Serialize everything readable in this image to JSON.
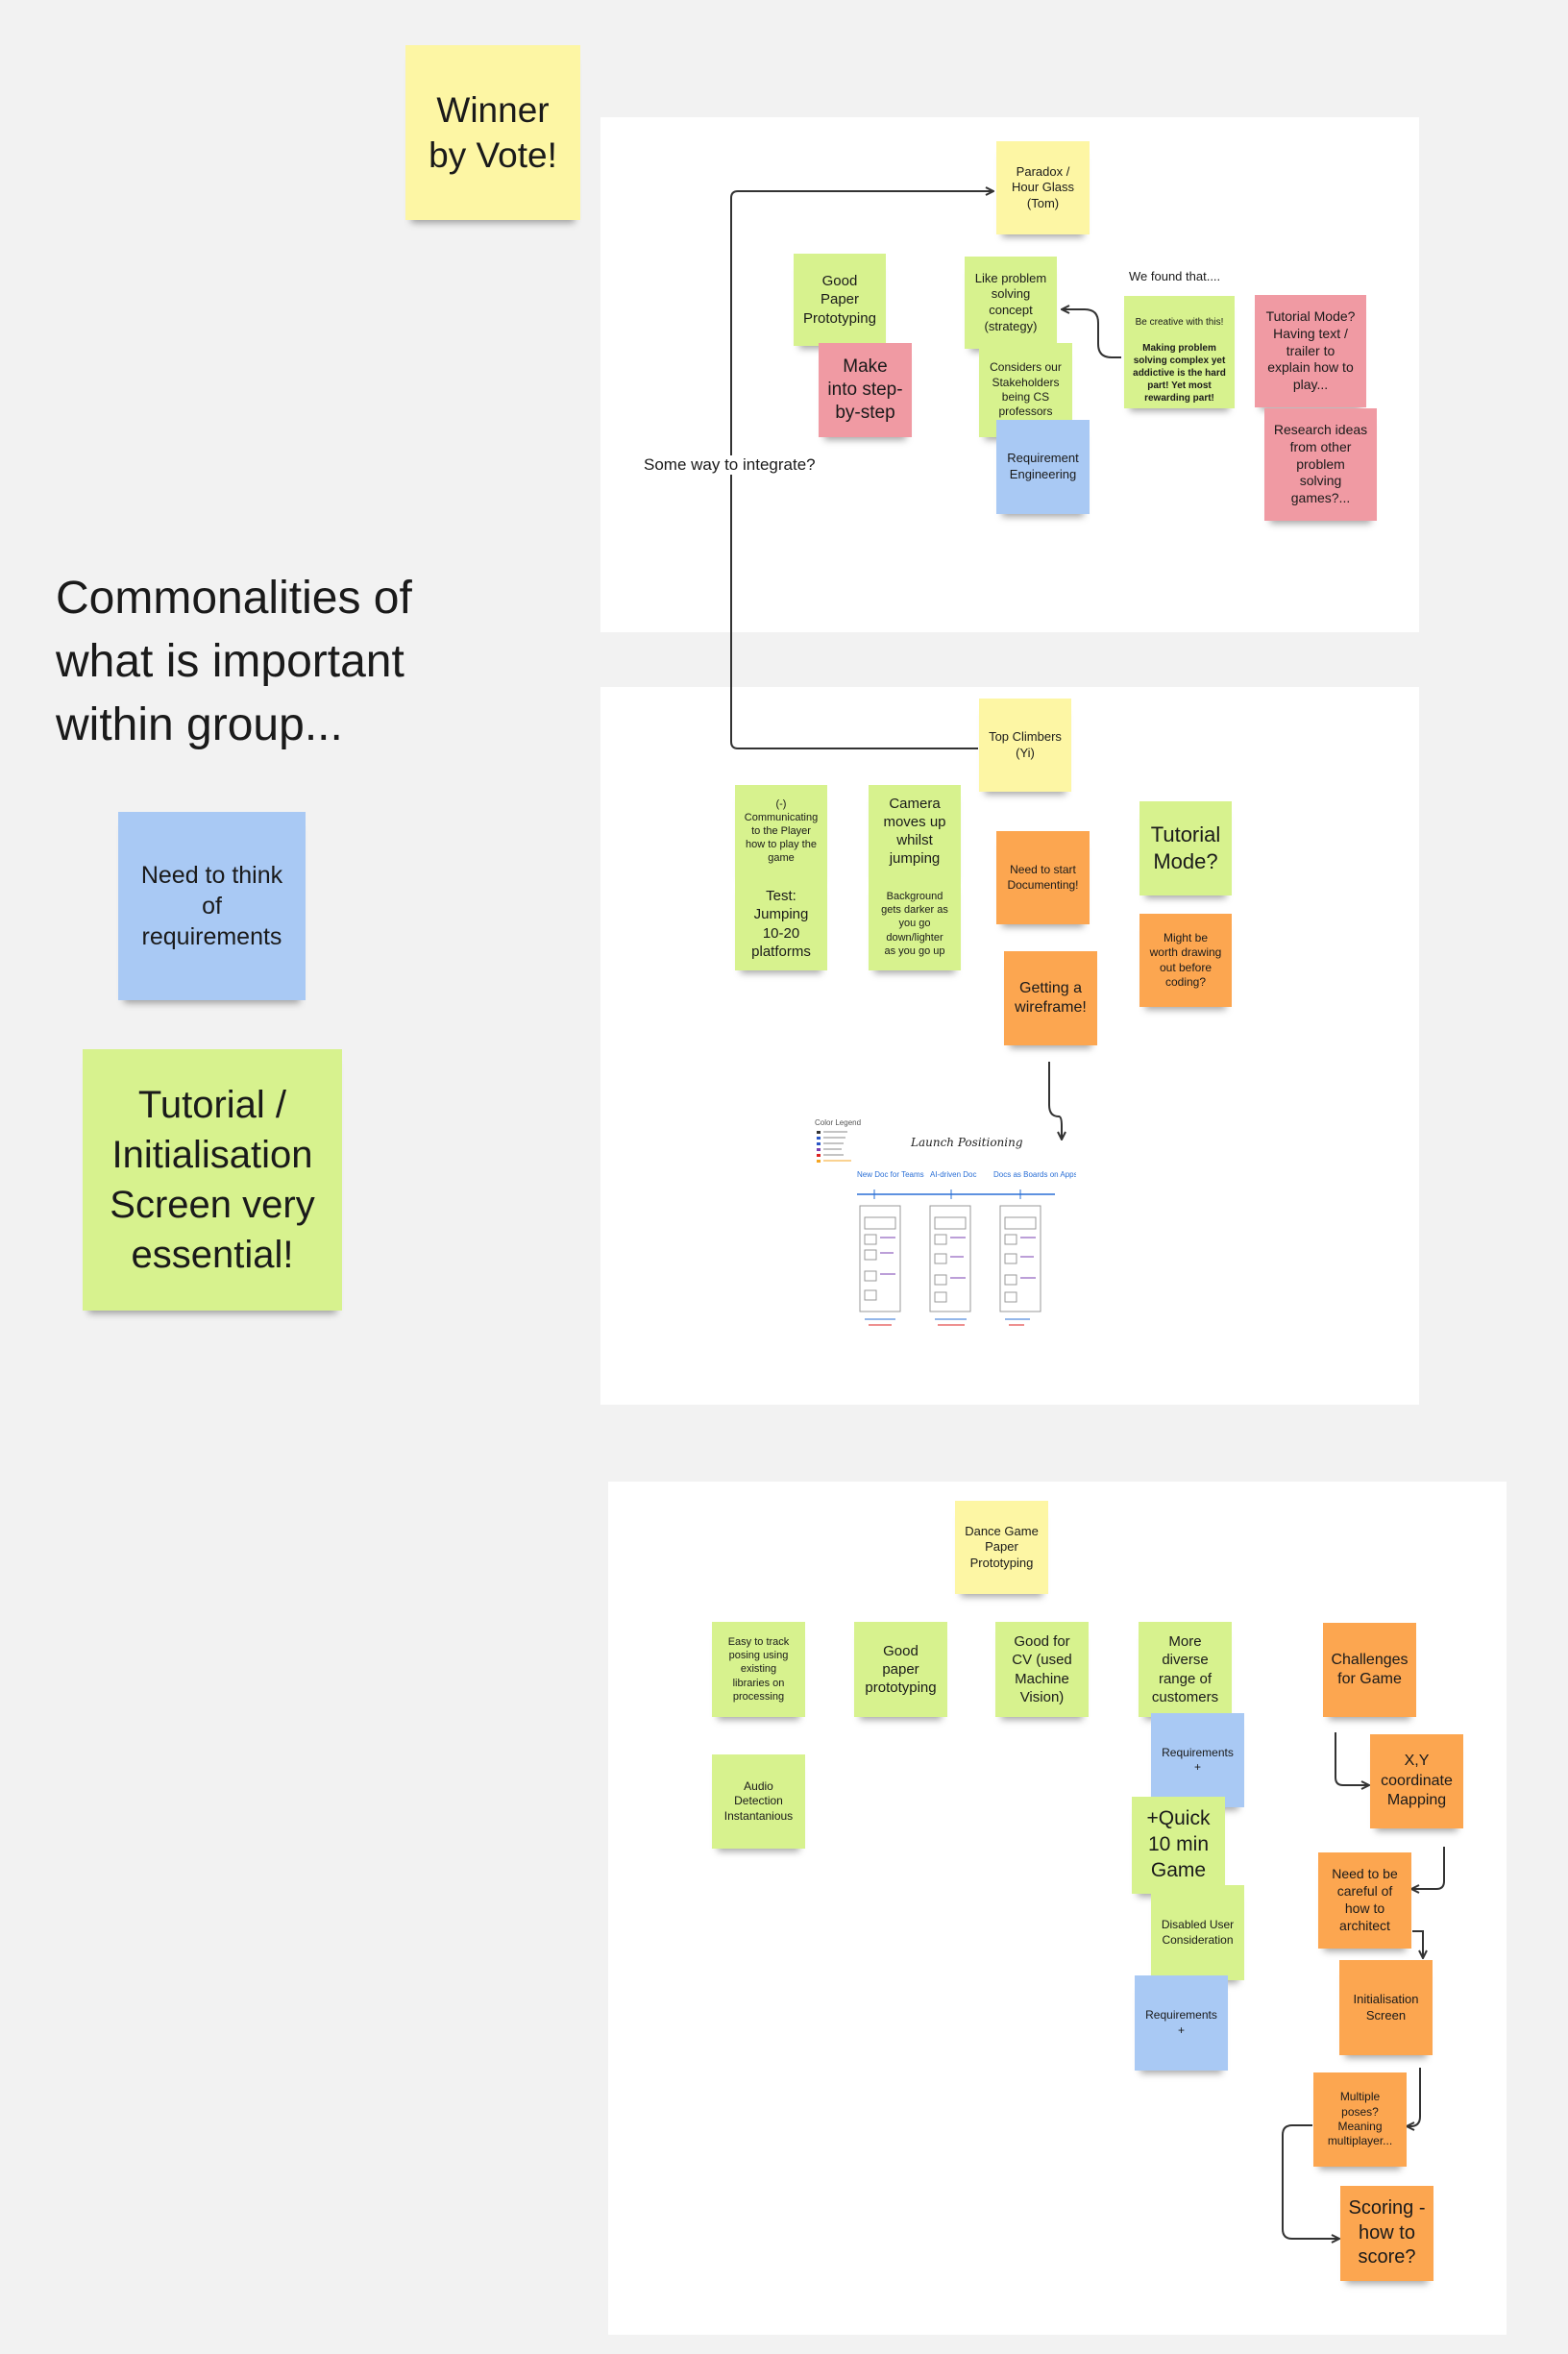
{
  "heading": "Commonalities of what is important within group...",
  "side_notes": {
    "winner": "Winner\nby Vote!",
    "need_requirements": "Need to think\nof\nrequirements",
    "tutorial_screen": "Tutorial /\nInitialisation\nScreen very\nessential!"
  },
  "frame1": {
    "paradox": "Paradox /\nHour Glass\n(Tom)",
    "good_paper": "Good\nPaper\nPrototyping",
    "make_step": "Make\ninto step-\nby-step",
    "like_problem": "Like problem\nsolving\nconcept\n(strategy)",
    "stakeholders": "Considers our\nStakeholders\nbeing CS\nprofessors",
    "requirement_engineering": "Requirement\nEngineering",
    "we_found": "We found that....",
    "be_creative_intro": "Be creative with this!",
    "be_creative_bold": "Making problem solving complex yet addictive is the hard part! Yet most rewarding part!",
    "tutorial_trailer": "Tutorial Mode?\nHaving text /\ntrailer to\nexplain how to\nplay...",
    "research_ideas": "Research ideas\nfrom other\nproblem\nsolving\ngames?...",
    "integrate": "Some way to integrate?"
  },
  "frame2": {
    "top_climbers": "Top Climbers\n(Yi)",
    "communicating": "(-)\nCommunicating\nto the Player\nhow to play the\ngame",
    "test_jumping": "Test:\nJumping\n10-20\nplatforms",
    "camera": "Camera\nmoves up\nwhilst\njumping",
    "background": "Background\ngets darker as\nyou go\ndown/lighter\nas you go up",
    "start_documenting": "Need to start\nDocumenting!",
    "getting_wireframe": "Getting a\nwireframe!",
    "tutorial_mode": "Tutorial\nMode?",
    "worth_drawing": "Might be\nworth drawing\nout before\ncoding?",
    "wireframe_title": "Launch Positioning",
    "wireframe_legend_title": "Color Legend",
    "wireframe_cols": [
      "New Doc  for Teams",
      "AI-driven Doc",
      "Docs as Boards on Apps"
    ]
  },
  "frame3": {
    "dance_game": "Dance Game\nPaper\nPrototyping",
    "easy_track": "Easy to track\nposing using\nexisting\nlibraries on\nprocessing",
    "audio_detection": "Audio\nDetection\nInstantanious",
    "good_paper": "Good\npaper\nprototyping",
    "good_cv": "Good for\nCV (used\nMachine\nVision)",
    "more_diverse": "More\ndiverse\nrange of\ncustomers",
    "requirements_1": "Requirements\n+",
    "quick_game": "+Quick\n10 min\nGame",
    "disabled_user": "Disabled User\nConsideration",
    "requirements_2": "Requirements\n+",
    "challenges": "Challenges\nfor Game",
    "xy_mapping": "X,Y\ncoordinate\nMapping",
    "careful_architect": "Need to be\ncareful of\nhow to\narchitect",
    "init_screen": "Initialisation\nScreen",
    "multiple_poses": "Multiple\nposes?\nMeaning\nmultiplayer...",
    "scoring": "Scoring -\nhow to\nscore?"
  },
  "colors": {
    "yellow": "#fdf6a4",
    "green": "#d7f28e",
    "pink": "#f09aa3",
    "blue": "#a9c9f4",
    "orange": "#fca650",
    "canvas": "#f2f2f2",
    "frame": "#ffffff"
  }
}
